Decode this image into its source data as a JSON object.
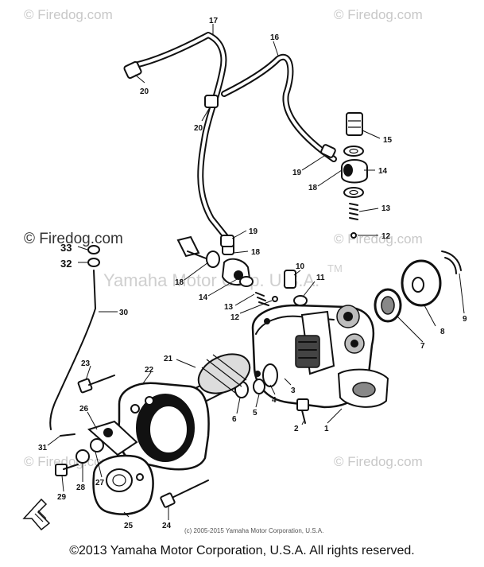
{
  "watermarks": {
    "top_left": "© Firedog.com",
    "top_right": "© Firedog.com",
    "mid_left": "© Firedog.com",
    "mid_right": "© Firedog.com",
    "bottom_left": "© Firedog.com",
    "bottom_right": "© Firedog.com",
    "yamaha_trademark": "Yamaha Motor Corp. U.S.A.",
    "tm": "TM"
  },
  "parts": {
    "p1": "1",
    "p2": "2",
    "p3": "3",
    "p4": "4",
    "p5": "5",
    "p6": "6",
    "p7": "7",
    "p8": "8",
    "p9": "9",
    "p10": "10",
    "p11": "11",
    "p12a": "12",
    "p12b": "12",
    "p13a": "13",
    "p13b": "13",
    "p14a": "14",
    "p14b": "14",
    "p15": "15",
    "p16": "16",
    "p17": "17",
    "p18a": "18",
    "p18b": "18",
    "p18c": "18",
    "p19a": "19",
    "p19b": "19",
    "p20a": "20",
    "p20b": "20",
    "p21": "21",
    "p22": "22",
    "p23": "23",
    "p24": "24",
    "p25": "25",
    "p26": "26",
    "p27": "27",
    "p28": "28",
    "p29": "29",
    "p30": "30",
    "p31": "31",
    "p32": "32",
    "p33": "33"
  },
  "small_copyright": "(c) 2005-2015 Yamaha Motor Corporation, U.S.A.",
  "footer_copyright": "©2013 Yamaha Motor Corporation, U.S.A. All rights reserved."
}
